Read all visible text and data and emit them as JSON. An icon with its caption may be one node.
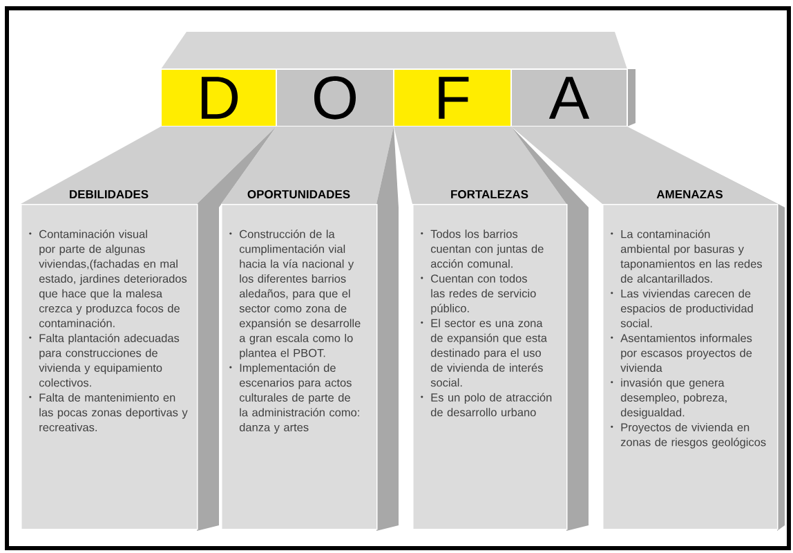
{
  "diagram": {
    "nodes": [
      {
        "text": [
          "D"
        ]
      },
      {
        "text": [
          "O"
        ]
      },
      {
        "text": [
          "F"
        ]
      },
      {
        "text": [
          "A"
        ]
      },
      {
        "text": [
          "DEBILIDADES",
          "Contaminación visual por parte de algunas viviendas,(fachadas en mal estado, jardines deteriorados que hace que la malesa crezca y produzca focos de contaminación.",
          "Falta plantación adecuadas para construcciones de vivienda y equipamiento colectivos.",
          "Falta de mantenimiento en las pocas zonas deportivas y recreativas."
        ]
      },
      {
        "text": [
          "OPORTUNIDADES",
          "Construcción de la cumplimentación vial hacia la vía nacional y los diferentes barrios aledaños, para que el sector como zona de expansión se desarrolle a gran escala como lo plantea el PBOT.",
          "Implementación de escenarios para actos culturales de parte de la administración como: danza y artes"
        ]
      },
      {
        "text": [
          "FORTALEZAS",
          "Todos los barrios cuentan con juntas de acción comunal.",
          "Cuentan con todos las redes de servicio público.",
          "El sector es una zona de expansión que esta destinado para el uso de vivienda de interés social.",
          "Es un polo de atracción de desarrollo urbano"
        ]
      },
      {
        "text": [
          "AMENAZAS",
          "La contaminación ambiental por basuras y taponamientos en las redes de alcantarillados.",
          "Las viviendas carecen de espacios de productividad social.",
          "Asentamientos informales por escasos proyectos de vivienda",
          "invasión que genera desempleo, pobreza, desigualdad.",
          "Proyectos de vivienda en zonas de riesgos geológicos"
        ]
      }
    ]
  }
}
